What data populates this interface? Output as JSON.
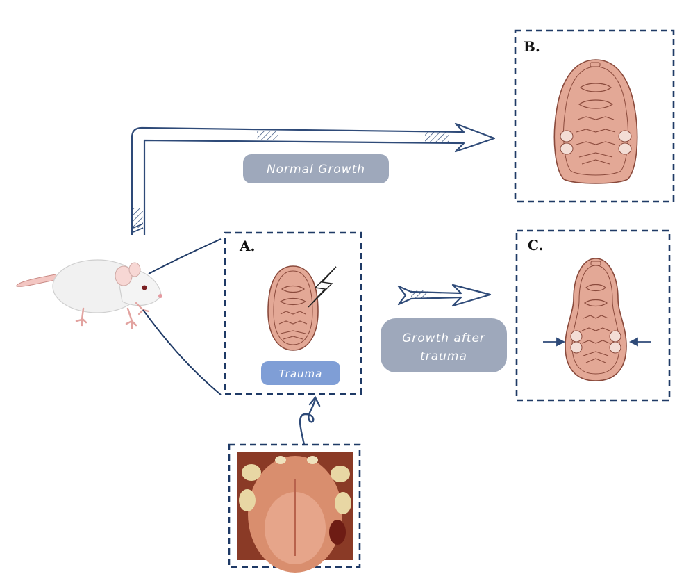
{
  "panels": {
    "a": {
      "label": "A."
    },
    "b": {
      "label": "B."
    },
    "c": {
      "label": "C."
    }
  },
  "labels": {
    "normal_growth": "Normal Growth",
    "trauma": "Trauma",
    "growth_after_line1": "Growth after",
    "growth_after_line2": "trauma"
  },
  "colors": {
    "frame": "#1f3a66",
    "arrow": "#2e4a78",
    "palate_fill": "#e3a896",
    "palate_stroke": "#8a4a3c",
    "pill_gray": "#9ea8bb",
    "pill_blue": "#7f9ed6"
  },
  "icons": [
    "rat-icon",
    "lightning-icon",
    "palate-icon",
    "curl-arrow-icon"
  ]
}
